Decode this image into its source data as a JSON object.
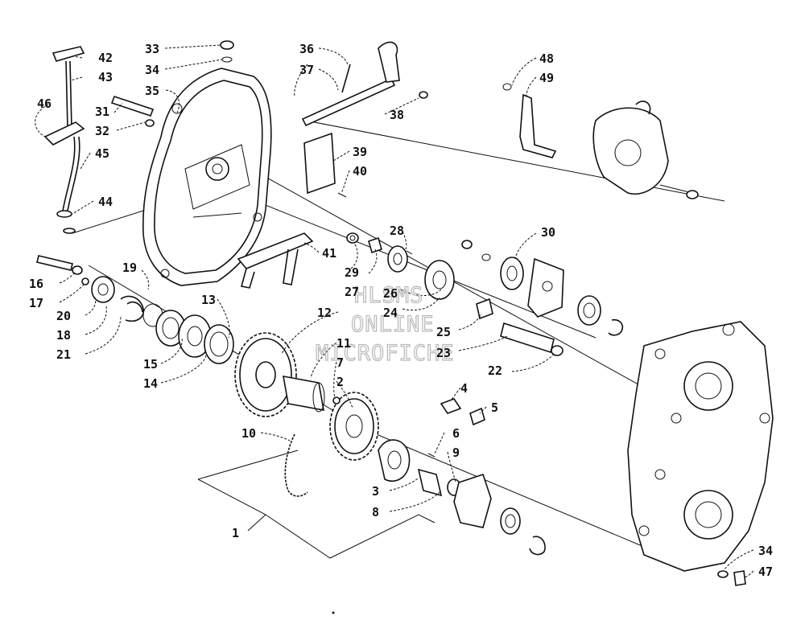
{
  "watermark": {
    "line1": "HLSMS",
    "line2": "ONLINE",
    "line3": "MICROFICHE"
  },
  "callouts": {
    "c1": "1",
    "c2": "2",
    "c3": "3",
    "c4": "4",
    "c5": "5",
    "c6": "6",
    "c7": "7",
    "c8": "8",
    "c9": "9",
    "c10": "10",
    "c11": "11",
    "c12": "12",
    "c13": "13",
    "c14": "14",
    "c15": "15",
    "c16": "16",
    "c17": "17",
    "c18": "18",
    "c19": "19",
    "c20": "20",
    "c21": "21",
    "c22": "22",
    "c23": "23",
    "c24": "24",
    "c25": "25",
    "c26": "26",
    "c27": "27",
    "c28": "28",
    "c29": "29",
    "c30": "30",
    "c31": "31",
    "c32": "32",
    "c33": "33",
    "c34a": "34",
    "c34b": "34",
    "c35": "35",
    "c36": "36",
    "c37": "37",
    "c38": "38",
    "c39": "39",
    "c40": "40",
    "c41": "41",
    "c42": "42",
    "c43": "43",
    "c44": "44",
    "c45": "45",
    "c46": "46",
    "c47": "47",
    "c48": "48",
    "c49": "49"
  }
}
